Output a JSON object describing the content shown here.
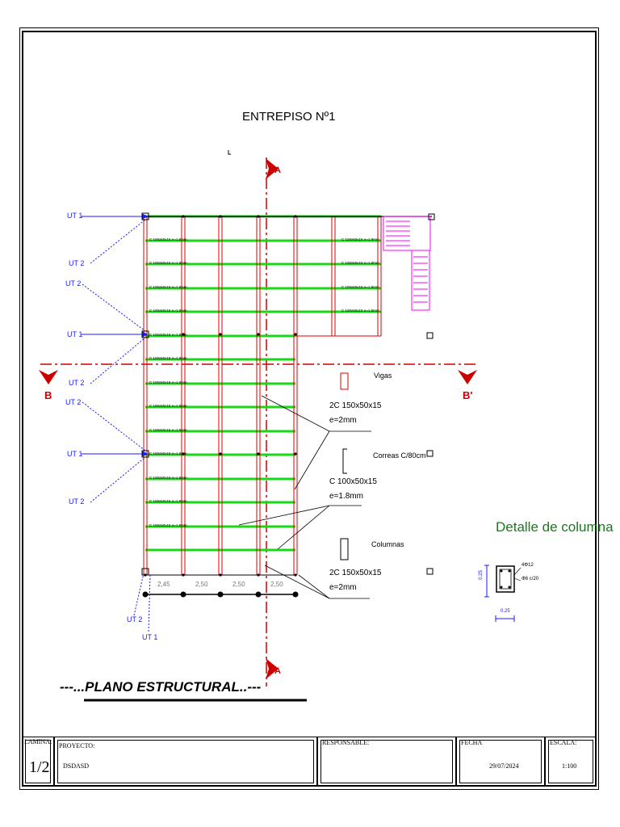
{
  "drawing": {
    "title": "ENTREPISO Nº1",
    "plan_title": "---...PLANO ESTRUCTURAL..---",
    "detail_title": "Detalle de columna",
    "section_marks": {
      "a": "A",
      "b": "B",
      "b_prime": "B'"
    },
    "legend": {
      "vigas": "Vigas",
      "vigas_spec_1": "2C 150x50x15",
      "vigas_spec_2": "e=2mm",
      "correas": "Correas C/80cm",
      "correas_spec_1": "C 100x50x15",
      "correas_spec_2": "e=1.8mm",
      "columnas": "Columnas",
      "columnas_spec_1": "2C 150x50x15",
      "columnas_spec_2": "e=2mm"
    },
    "ut_labels": {
      "ut1": "UT 1",
      "ut2": "UT 2"
    },
    "beam_label": "C 100x50x15 e=1.8mm",
    "dims": [
      "2,45",
      "2,50",
      "2,50",
      "2,50"
    ],
    "column_detail": {
      "dim_h": "0.25",
      "dim_w": "0.25",
      "rebar": "4Φ12",
      "stirrup": "Φ6 c/20"
    },
    "colors": {
      "beam_red": "#e00000",
      "purlin_green": "#18d818",
      "axis_red": "#cc0000",
      "stair_magenta": "#ff00ff",
      "ut_blue": "#1a1aff",
      "detail_green": "#1a7a1a"
    }
  },
  "title_block": {
    "lamina_label": "LAMINA:",
    "lamina_value": "1/2",
    "proyecto_label": "PROYECTO:",
    "proyecto_value": "DSDASD",
    "responsable_label": "RESPONSABLE:",
    "fecha_label": "FECHA",
    "fecha_value": "29/07/2024",
    "escala_label": "ESCALA:",
    "escala_value": "1:100"
  }
}
